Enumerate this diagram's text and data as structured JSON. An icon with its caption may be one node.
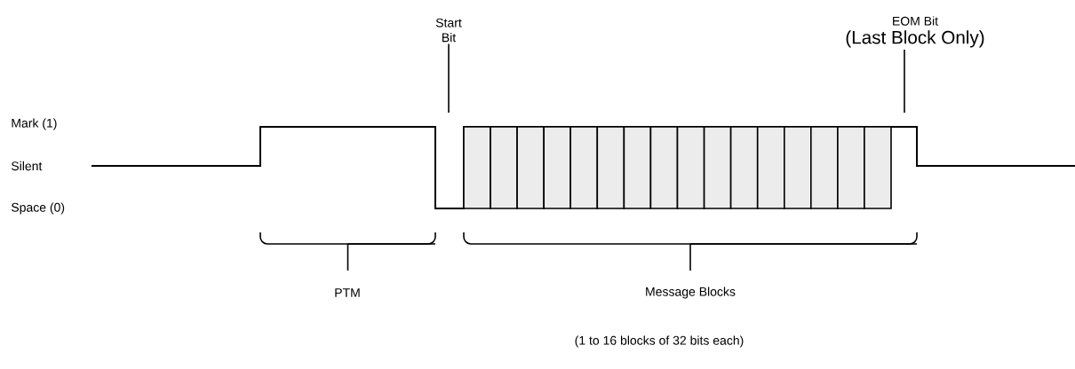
{
  "diagram": {
    "nodes": [
      {
        "text": [
          "Start Bit"
        ]
      },
      {
        "text": [
          "EOM Bit",
          "(Last Block Only)"
        ]
      }
    ],
    "edges": [
      {
        "from": 0,
        "to": null,
        "arrow": "none"
      },
      {
        "from": 1,
        "to": null,
        "arrow": "none"
      }
    ],
    "labels": [
      "Mark (1)",
      "Silent",
      "Space (0)",
      "PTM",
      "Message Blocks",
      "(1 to 16 blocks of 32 bits each)"
    ]
  }
}
